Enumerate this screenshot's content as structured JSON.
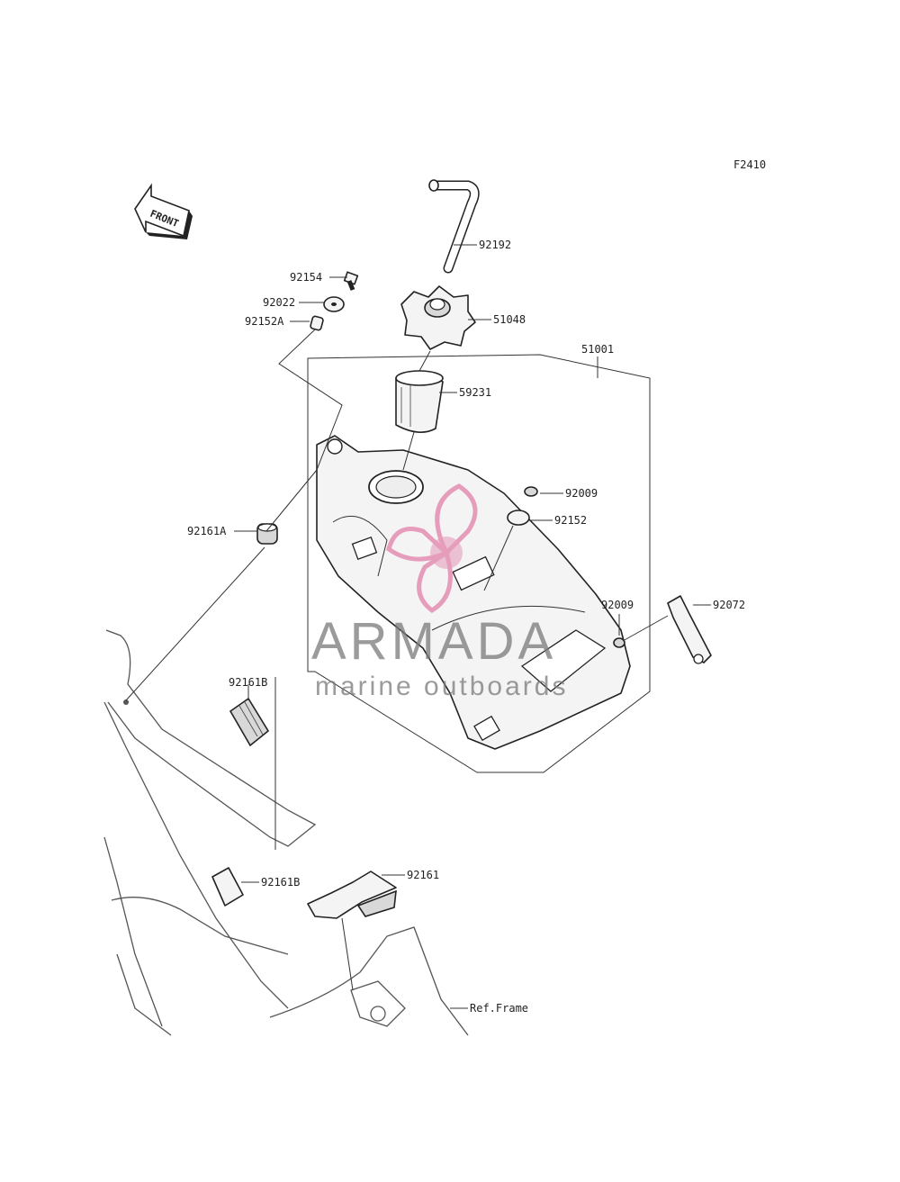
{
  "figure_id": "F2410",
  "front_label": "FRONT",
  "watermark": {
    "brand": "ARMADA",
    "tagline": "marine outboards",
    "logo_color": "#e080a8"
  },
  "parts": [
    {
      "id": "p-92192",
      "number": "92192"
    },
    {
      "id": "p-92154",
      "number": "92154"
    },
    {
      "id": "p-92022",
      "number": "92022"
    },
    {
      "id": "p-92152A",
      "number": "92152A"
    },
    {
      "id": "p-51048",
      "number": "51048"
    },
    {
      "id": "p-51001",
      "number": "51001"
    },
    {
      "id": "p-59231",
      "number": "59231"
    },
    {
      "id": "p-92009a",
      "number": "92009"
    },
    {
      "id": "p-92152",
      "number": "92152"
    },
    {
      "id": "p-92161A",
      "number": "92161A"
    },
    {
      "id": "p-92009b",
      "number": "92009"
    },
    {
      "id": "p-92072",
      "number": "92072"
    },
    {
      "id": "p-92161B-top",
      "number": "92161B"
    },
    {
      "id": "p-92161B-bot",
      "number": "92161B"
    },
    {
      "id": "p-92161",
      "number": "92161"
    },
    {
      "id": "p-ref-frame",
      "number": "Ref.Frame"
    }
  ]
}
